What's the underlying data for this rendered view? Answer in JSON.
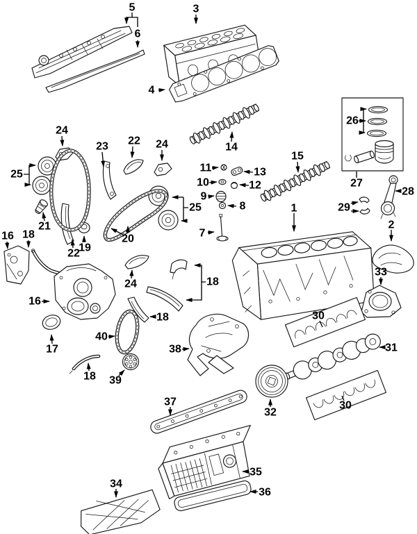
{
  "diagram": {
    "background": "#ffffff",
    "ink": "#141414",
    "numbers": {
      "n1": "1",
      "n2": "2",
      "n3": "3",
      "n4": "4",
      "n5": "5",
      "n6": "6",
      "n7": "7",
      "n8": "8",
      "n9": "9",
      "n10": "10",
      "n11": "11",
      "n12": "12",
      "n13": "13",
      "n14": "14",
      "n15": "15",
      "n16": "16",
      "n17": "17",
      "n18": "18",
      "n19": "19",
      "n20": "20",
      "n21": "21",
      "n22": "22",
      "n23": "23",
      "n24": "24",
      "n25": "25",
      "n26": "26",
      "n27": "27",
      "n28": "28",
      "n29": "29",
      "n30": "30",
      "n31": "31",
      "n32": "32",
      "n33": "33",
      "n34": "34",
      "n35": "35",
      "n36": "36",
      "n37": "37",
      "n38": "38",
      "n39": "39",
      "n40": "40"
    }
  }
}
